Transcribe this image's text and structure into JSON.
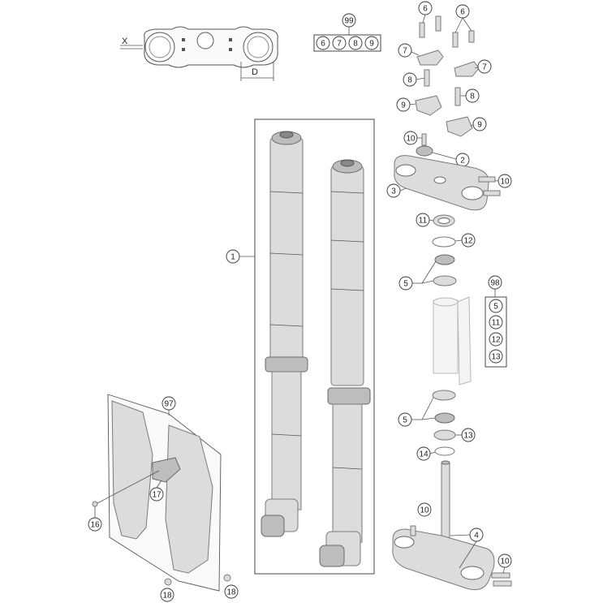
{
  "dimension_labels": {
    "x": "X",
    "d": "D"
  },
  "callouts": {
    "c1": "1",
    "c2": "2",
    "c3": "3",
    "c4": "4",
    "c5a": "5",
    "c5b": "5",
    "c6a": "6",
    "c6b": "6",
    "c7a": "7",
    "c7b": "7",
    "c8a": "8",
    "c8b": "8",
    "c9a": "9",
    "c9b": "9",
    "c10a": "10",
    "c10b": "10",
    "c10c": "10",
    "c10d": "10",
    "c11": "11",
    "c12": "12",
    "c13a": "13",
    "c13b": "13",
    "c14": "14",
    "c16": "16",
    "c17": "17",
    "c18a": "18",
    "c18b": "18",
    "c97": "97",
    "c98": "98",
    "c99": "99"
  },
  "kit_99": {
    "items": [
      "6",
      "7",
      "8",
      "9"
    ]
  },
  "kit_98": {
    "items": [
      "5",
      "11",
      "12",
      "13"
    ]
  }
}
